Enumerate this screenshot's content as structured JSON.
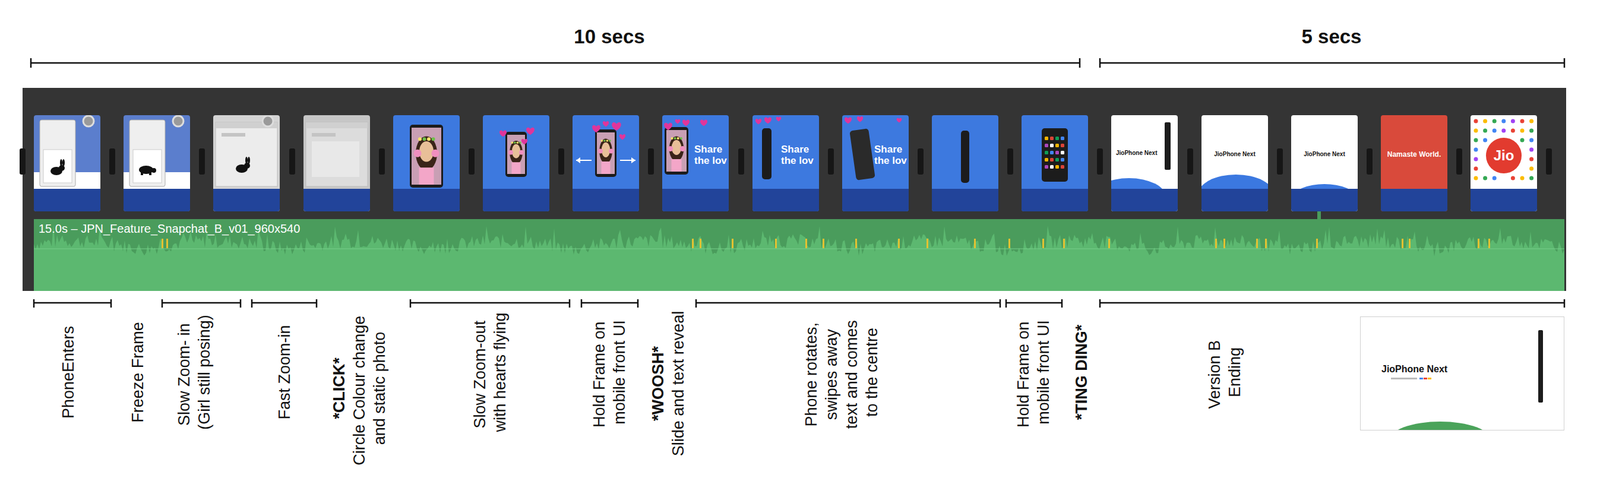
{
  "diagram": {
    "nodes": [
      {
        "text": [
          "Share the lov"
        ]
      },
      {
        "text": [
          "Share the lov"
        ]
      },
      {
        "text": [
          "Share the lov"
        ]
      },
      {
        "text": [
          "JioPhone Next"
        ]
      },
      {
        "text": [
          "JioPhone Next"
        ]
      },
      {
        "text": [
          "JioPhone Next"
        ]
      },
      {
        "text": [
          "Namaste World."
        ]
      },
      {
        "text": [
          "Jio"
        ]
      },
      {
        "text": [
          "15.0s – JPN_Feature_Snapchat_B_v01_960x540"
        ]
      },
      {
        "text": [
          "JioPhone Next"
        ]
      }
    ],
    "labels": [
      "10 secs",
      "5 secs",
      "PhoneEnters",
      "Freeze Frame",
      "Slow Zoom- in (Girl still posing)",
      "Fast Zoom-in",
      "*CLICK*",
      "Circle Colour change and static photo",
      "Slow Zoom-out with hearts flying",
      "Hold Frame on mobile front UI",
      "*WOOSH*",
      "Slide and text reveal",
      "Phone rotates, swipes away text and comes to the centre",
      "Hold Frame on mobile front UI",
      "*TING DING*",
      "Version B Ending"
    ]
  }
}
